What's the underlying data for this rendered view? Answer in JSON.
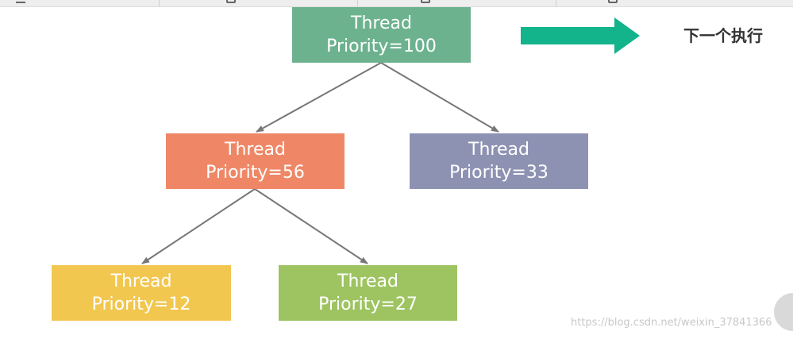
{
  "diagram": {
    "nodes": {
      "root": {
        "line1": "Thread",
        "line2": "Priority=100",
        "color": "#6db28f"
      },
      "left": {
        "line1": "Thread",
        "line2": "Priority=56",
        "color": "#ef8766"
      },
      "right": {
        "line1": "Thread",
        "line2": "Priority=33",
        "color": "#8e92b2"
      },
      "left_left": {
        "line1": "Thread",
        "line2": "Priority=12",
        "color": "#f2c750"
      },
      "left_right": {
        "line1": "Thread",
        "line2": "Priority=27",
        "color": "#9ec462"
      }
    },
    "edges": [
      {
        "from": "root",
        "to": "left"
      },
      {
        "from": "root",
        "to": "right"
      },
      {
        "from": "left",
        "to": "left_left"
      },
      {
        "from": "left",
        "to": "left_right"
      }
    ],
    "edge_color": "#777777",
    "next_arrow_color": "#13b38c",
    "next_label": "下一个执行"
  },
  "watermark": "https://blog.csdn.net/weixin_37841366"
}
